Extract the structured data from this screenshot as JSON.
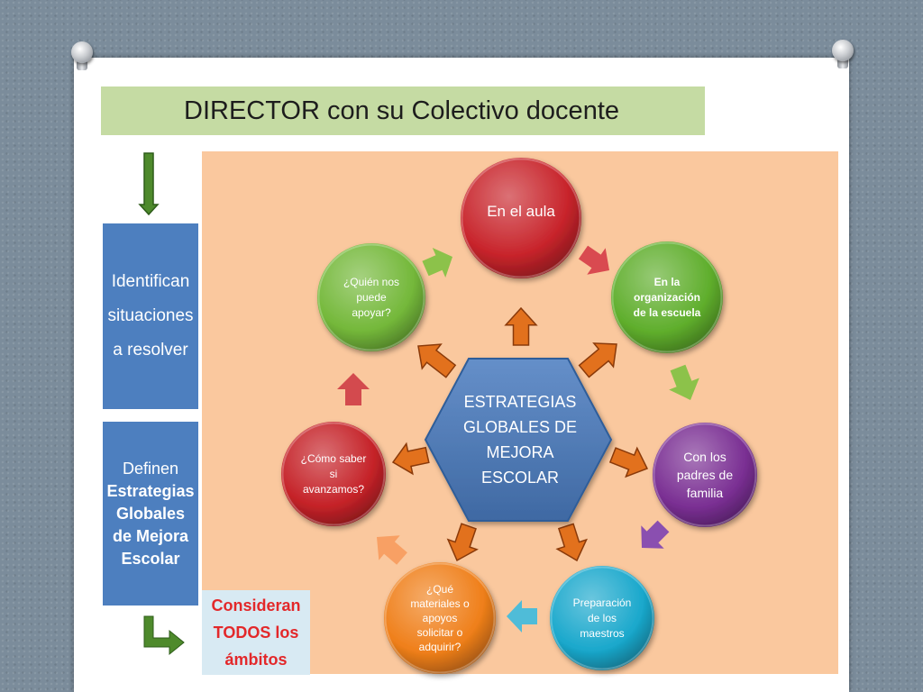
{
  "title": "DIRECTOR con su Colectivo docente",
  "left_boxes": {
    "identifican": "Identifican\nsituaciones\na resolver",
    "definen_label": "Definen",
    "definen_strong": "Estrategias\nGlobales\nde Mejora\nEscolar",
    "consideran": "Consideran\nTODOS los\námbitos"
  },
  "center": {
    "label": "ESTRATEGIAS\nGLOBALES DE\nMEJORA\nESCOLAR",
    "color": "#4a7bc0"
  },
  "nodes": [
    {
      "id": "en-el-aula",
      "label": "En el aula",
      "color": "#c8242b"
    },
    {
      "id": "organizacion",
      "label": "En la\norganización\nde la escuela",
      "color": "#5fae2c"
    },
    {
      "id": "padres",
      "label": "Con los\npadres de\nfamilia",
      "color": "#7a2f93"
    },
    {
      "id": "maestros",
      "label": "Preparación\nde los\nmaestros",
      "color": "#1aa8cc"
    },
    {
      "id": "materiales",
      "label": "¿Qué\nmateriales o\napoyos\nsolicitar o\nadquirir?",
      "color": "#ef7f1a"
    },
    {
      "id": "avanzamos",
      "label": "¿Cómo saber\nsi\navanzamos?",
      "color": "#c52228"
    },
    {
      "id": "quien",
      "label": "¿Quién nos\npuede\napoyar?",
      "color": "#74b83a"
    }
  ],
  "colors": {
    "title_bar": "#c5dba3",
    "diagram_bg": "#fac89e",
    "blue_box": "#4d7fbf",
    "orange_arrow": "#e2711d",
    "green_down_arrow": "#4e8a2c"
  }
}
